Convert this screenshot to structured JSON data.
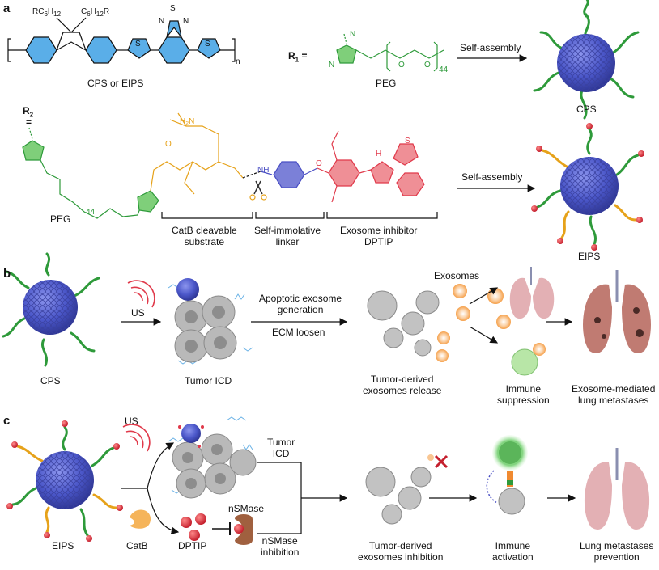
{
  "panels": {
    "a": "a",
    "b": "b",
    "c": "c"
  },
  "panel_a": {
    "polymer_name": "CPS or EIPS",
    "subscript_n": "n",
    "sidechain_left": "RC",
    "sidechain_left_sub1": "6",
    "sidechain_left_mid": "H",
    "sidechain_left_sub2": "12",
    "sidechain_right": "C",
    "sidechain_right_sub1": "6",
    "sidechain_right_mid": "H",
    "sidechain_right_sub2": "12",
    "sidechain_right_end": "R",
    "r1_label": "R",
    "r1_sub": "1",
    "r1_eq": " =",
    "peg_label_top": "PEG",
    "peg_sub_top": "44",
    "self_assembly_top": "Self-assembly",
    "cps_label": "CPS",
    "r2_label": "R",
    "r2_sub": "2",
    "r2_eq": "=",
    "peg_label_bottom": "PEG",
    "peg_sub_bottom": "44",
    "catb_substrate_line1": "CatB cleavable",
    "catb_substrate_line2": "substrate",
    "linker_line1": "Self-immolative",
    "linker_line2": "linker",
    "inhibitor_line1": "Exosome inhibitor",
    "inhibitor_line2": "DPTIP",
    "self_assembly_bottom": "Self-assembly",
    "eips_label": "EIPS",
    "atom_S": "S",
    "atom_N": "N",
    "atom_O": "O",
    "atom_NH": "NH",
    "atom_H": "H",
    "atom_H2N": "H₂N"
  },
  "panel_b": {
    "cps_label": "CPS",
    "us_label": "US",
    "tumor_icd": "Tumor ICD",
    "arrow_top": "Apoptotic exosome",
    "arrow_top2": "generation",
    "arrow_bottom": "ECM loosen",
    "exosomes": "Exosomes",
    "release_line1": "Tumor-derived",
    "release_line2": "exosomes release",
    "immune_line1": "Immune",
    "immune_line2": "suppression",
    "lung_line1": "Exosome-mediated",
    "lung_line2": "lung metastases"
  },
  "panel_c": {
    "eips_label": "EIPS",
    "us_label": "US",
    "catb_label": "CatB",
    "dptip_label": "DPTIP",
    "nsmase_label": "nSMase",
    "tumor_icd_line1": "Tumor",
    "tumor_icd_line2": "ICD",
    "nsmase_inh_line1": "nSMase",
    "nsmase_inh_line2": "inhibition",
    "inhibit_line1": "Tumor-derived",
    "inhibit_line2": "exosomes inhibition",
    "immune_line1": "Immune",
    "immune_line2": "activation",
    "lung_line1": "Lung metastases",
    "lung_line2": "prevention"
  },
  "colors": {
    "ring_blue": "#5aaee8",
    "peg_green": "#2e9a3a",
    "substrate_orange": "#e6a21a",
    "linker_blue": "#4a4fc4",
    "inhibitor_red": "#e0394a",
    "nanoparticle": "#4b57c9",
    "exosome_orange": "#f5a04a",
    "lung_pink": "#e3b0b4",
    "cell_gray": "#b9b9b9",
    "ecm_blue": "#6ab2e6"
  }
}
